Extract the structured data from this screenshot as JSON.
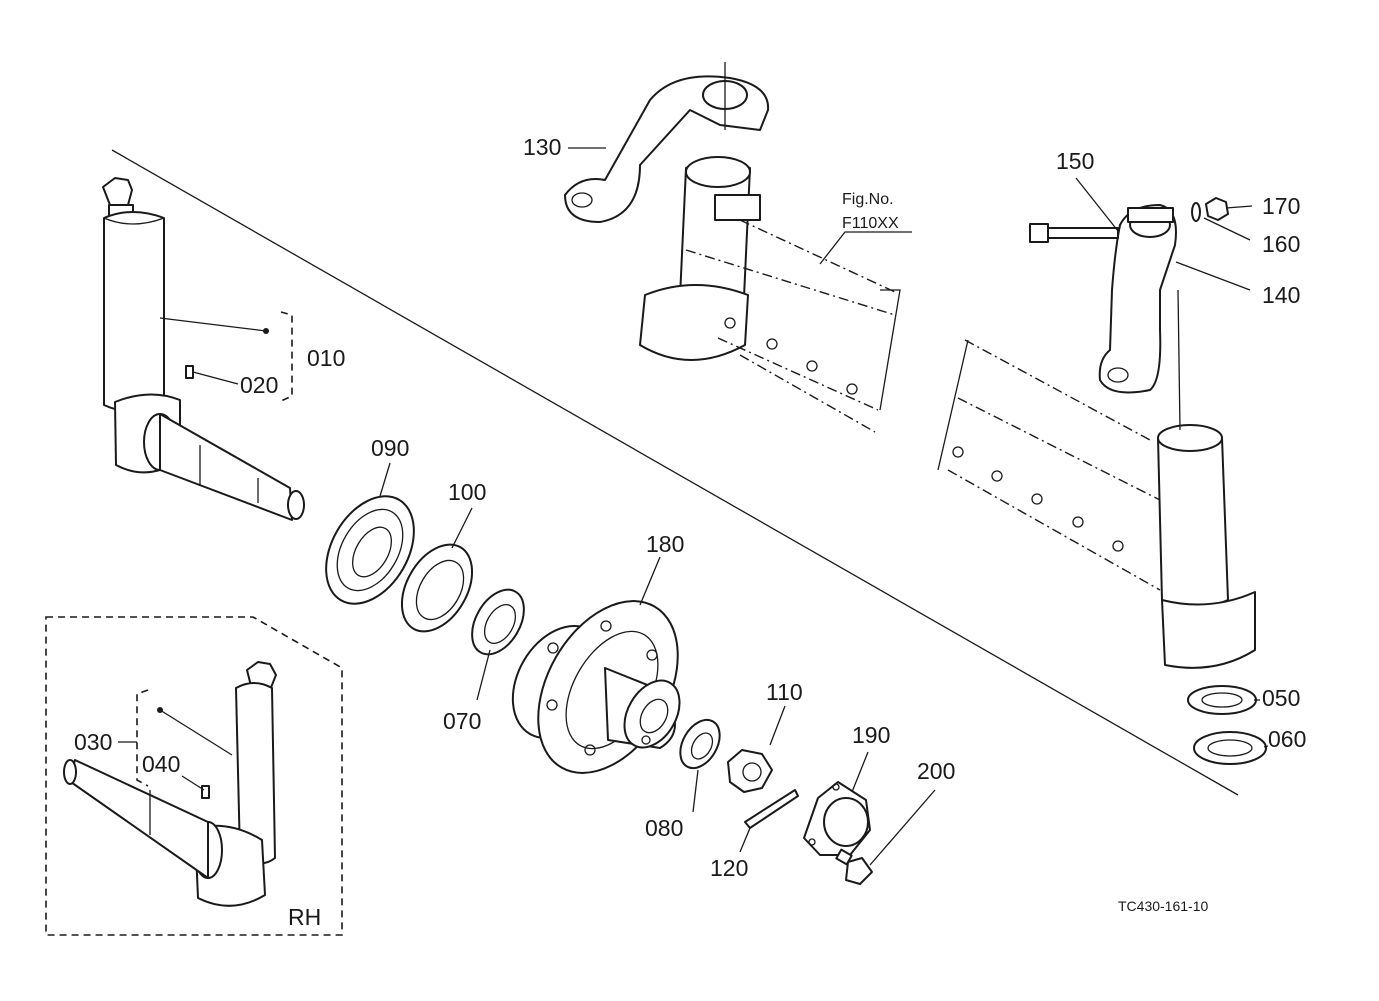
{
  "diagram": {
    "callouts": {
      "p010": "010",
      "p020": "020",
      "p030": "030",
      "p040": "040",
      "p050": "050",
      "p060": "060",
      "p070": "070",
      "p080": "080",
      "p090": "090",
      "p100": "100",
      "p110": "110",
      "p120": "120",
      "p130": "130",
      "p140": "140",
      "p150": "150",
      "p160": "160",
      "p170": "170",
      "p180": "180",
      "p190": "190",
      "p200": "200"
    },
    "figure_ref": {
      "line1": "Fig.No.",
      "line2": "F110XX"
    },
    "inset_label": "RH",
    "drawing_code": "TC430-161-10",
    "line_color": "#1a1a1a",
    "background": "#ffffff"
  }
}
